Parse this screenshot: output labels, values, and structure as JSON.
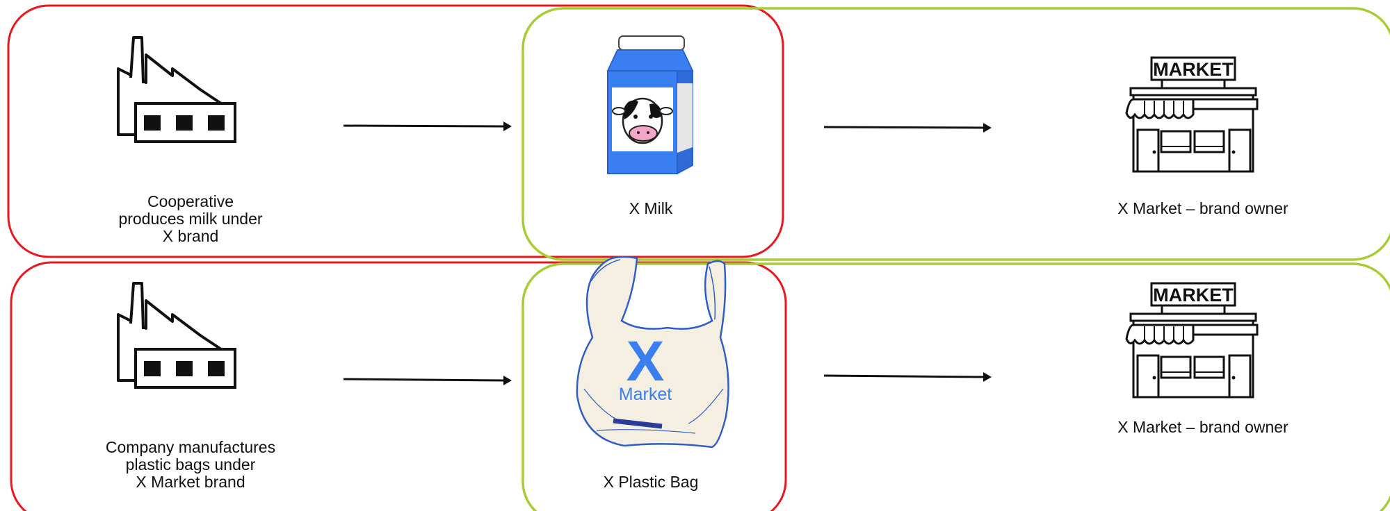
{
  "colors": {
    "producer_box": "#e8181e",
    "brand_box": "#a8cc34",
    "line": "#111111",
    "milk_blue": "#3a7ff2",
    "bag_fill": "#f4efe0",
    "bag_outline": "#2f5fc4"
  },
  "icons": {
    "factory": "factory-icon",
    "milk": "milk-carton-icon",
    "bag": "plastic-bag-icon",
    "market": "market-store-icon"
  },
  "rows": [
    {
      "producer_label": "Cooperative\nproduces milk under\nX brand",
      "product_label": "X Milk",
      "owner_label": "X Market – brand owner"
    },
    {
      "producer_label": "Company manufactures\nplastic bags under\nX Market brand",
      "product_label": "X Plastic Bag",
      "owner_label": "X Market – brand owner"
    }
  ],
  "market_sign": "MARKET",
  "bag_print": {
    "letter": "X",
    "word": "Market"
  }
}
